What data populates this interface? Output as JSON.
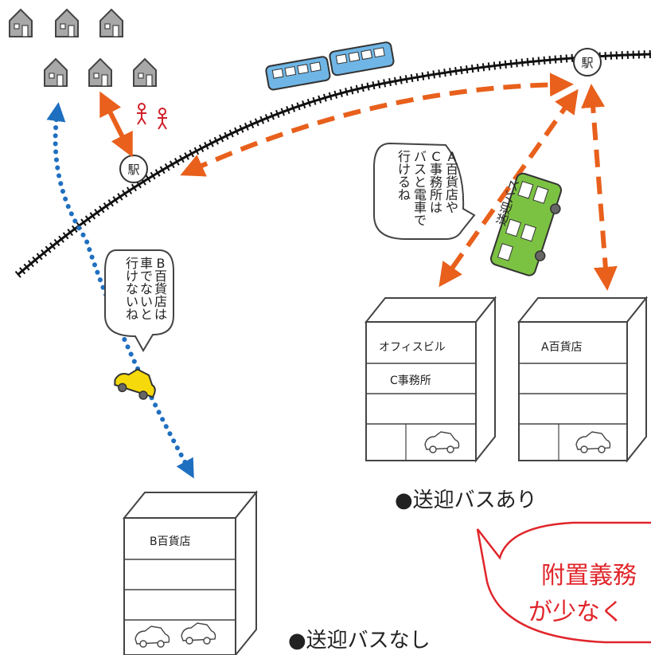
{
  "stations": {
    "label": "駅"
  },
  "bubbles": {
    "left_car": [
      "B百貨店は",
      "車でないと",
      "行けないね"
    ],
    "right_train": [
      "A百貨店や",
      "C事務所は",
      "バスと電車で",
      "行けるね"
    ]
  },
  "bus": {
    "label": "送迎バス"
  },
  "buildings": {
    "office": {
      "line1": "オフィスビル",
      "line2": "C事務所"
    },
    "dept_a": {
      "line1": "A百貨店"
    },
    "dept_b": {
      "line1": "B百貨店"
    }
  },
  "captions": {
    "with_bus": "●送迎バスあり",
    "without_bus": "●送迎バスなし"
  },
  "callout": {
    "line1": "附置義務",
    "line2": "が少なく"
  },
  "colors": {
    "orange_arrow": "#e8601c",
    "blue_dots": "#1f6fc0",
    "bus_green": "#7cc242",
    "train_blue": "#6fb6e6",
    "car_yellow": "#f5d90a",
    "callout_red": "#e0252a",
    "people_red": "#d0202a"
  }
}
